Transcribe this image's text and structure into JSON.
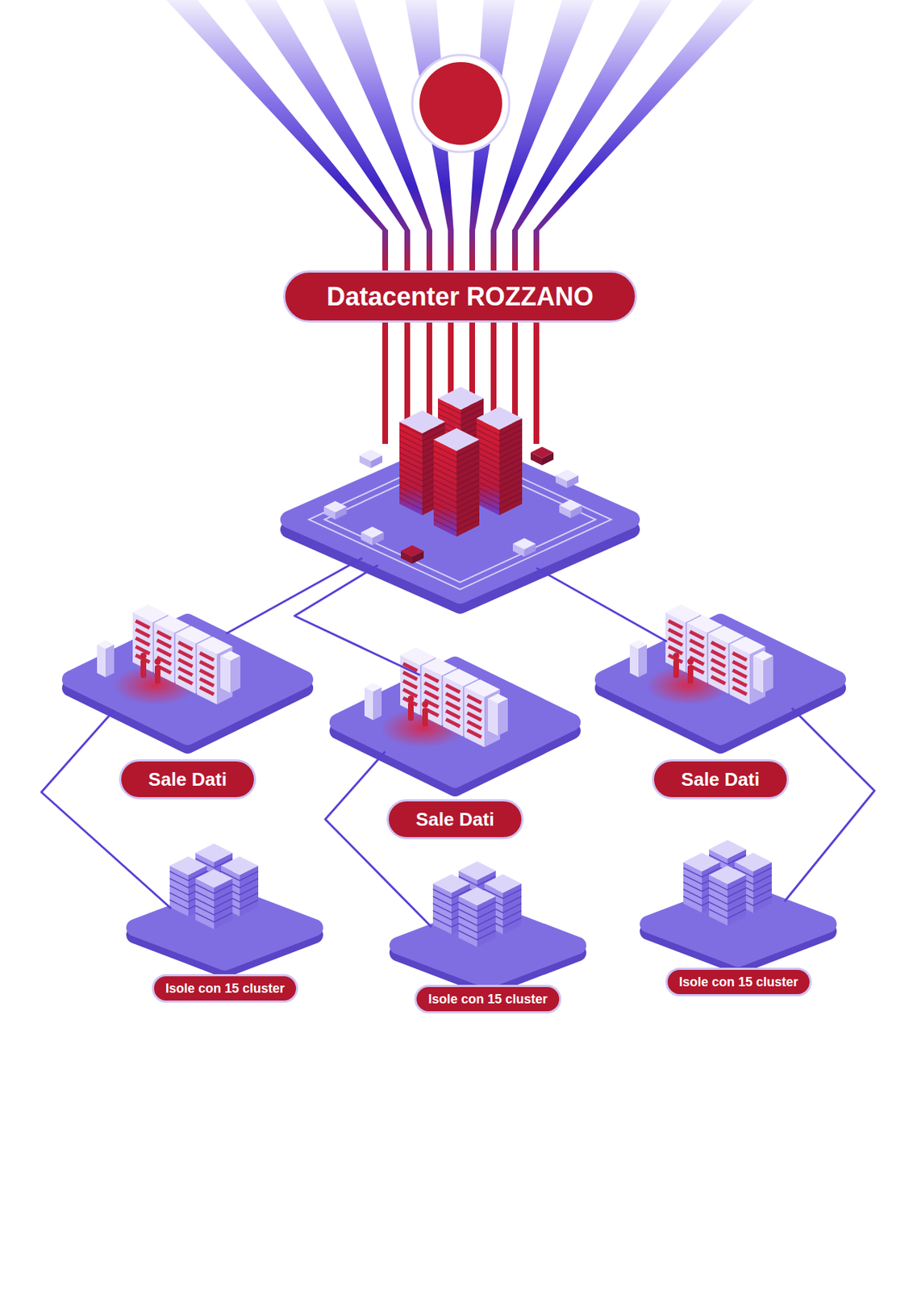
{
  "diagram": {
    "nodes": [
      {
        "text": [
          "Datacenter ROZZANO"
        ]
      },
      {
        "text": [
          "Sale Dati"
        ]
      },
      {
        "text": [
          "Sale Dati"
        ]
      },
      {
        "text": [
          "Sale Dati"
        ]
      },
      {
        "text": [
          "Isole con 15 cluster"
        ]
      },
      {
        "text": [
          "Isole con 15 cluster"
        ]
      },
      {
        "text": [
          "Isole con 15 cluster"
        ]
      }
    ],
    "edges": [
      {
        "from": 0,
        "to": 1,
        "arrow": "none"
      },
      {
        "from": 0,
        "to": 2,
        "arrow": "none"
      },
      {
        "from": 0,
        "to": 3,
        "arrow": "none"
      },
      {
        "from": 1,
        "to": 4,
        "arrow": "none"
      },
      {
        "from": 2,
        "to": 5,
        "arrow": "none"
      },
      {
        "from": 3,
        "to": 6,
        "arrow": "none"
      }
    ]
  }
}
